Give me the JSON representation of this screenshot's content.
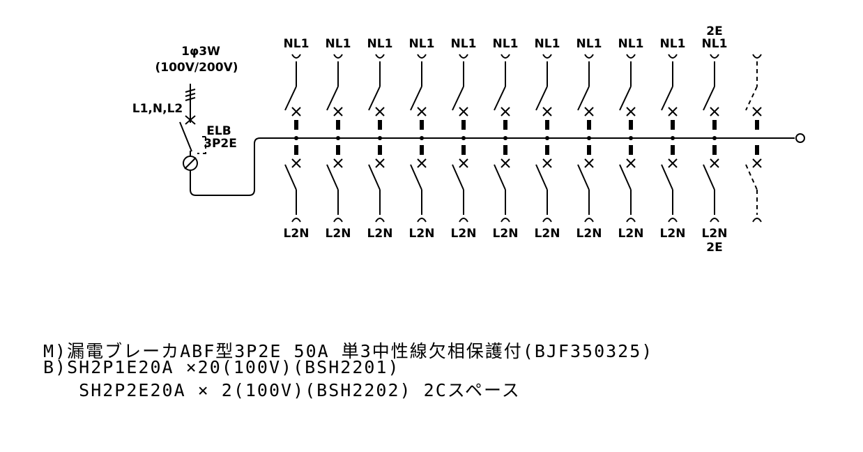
{
  "supply": {
    "phase": "1φ3W",
    "voltage": "(100V/200V)",
    "lines": "L1,N,L2"
  },
  "main_breaker": {
    "type": "ELB",
    "poles": "3P2E"
  },
  "branches_top": [
    "NL1",
    "NL1",
    "NL1",
    "NL1",
    "NL1",
    "NL1",
    "NL1",
    "NL1",
    "NL1",
    "NL1",
    "NL1"
  ],
  "branches_bottom": [
    "L2N",
    "L2N",
    "L2N",
    "L2N",
    "L2N",
    "L2N",
    "L2N",
    "L2N",
    "L2N",
    "L2N",
    "L2N"
  ],
  "marker_2e": "2E",
  "spec": {
    "line_m": "M)漏電ブレーカABF型3P2E 50A 単3中性線欠相保護付(BJF350325)",
    "line_b1": "B)SH2P1E20A ×20(100V)(BSH2201)",
    "line_b2": "   SH2P2E20A × 2(100V)(BSH2202) 2Cスペース"
  }
}
